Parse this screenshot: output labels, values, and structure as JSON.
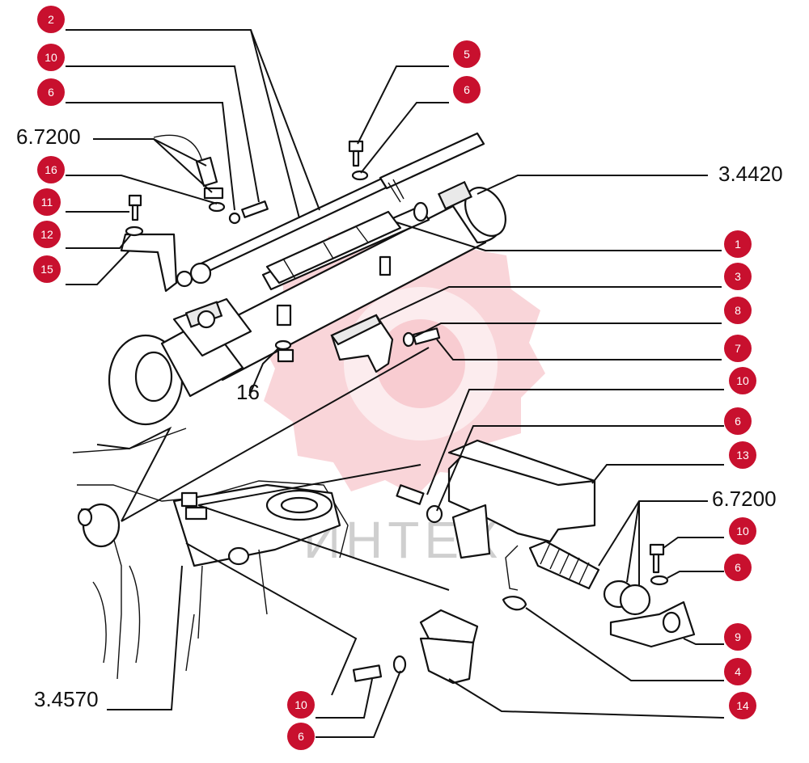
{
  "callouts": [
    {
      "label": "2"
    },
    {
      "label": "10"
    },
    {
      "label": "6"
    },
    {
      "label": "16"
    },
    {
      "label": "11"
    },
    {
      "label": "12"
    },
    {
      "label": "15"
    },
    {
      "label": "5"
    },
    {
      "label": "6"
    },
    {
      "label": "1"
    },
    {
      "label": "3"
    },
    {
      "label": "8"
    },
    {
      "label": "7"
    },
    {
      "label": "10"
    },
    {
      "label": "6"
    },
    {
      "label": "13"
    },
    {
      "label": "10"
    },
    {
      "label": "6"
    },
    {
      "label": "9"
    },
    {
      "label": "4"
    },
    {
      "label": "14"
    },
    {
      "label": "10"
    },
    {
      "label": "6"
    }
  ],
  "references": [
    {
      "label": "6.7200"
    },
    {
      "label": "3.4420"
    },
    {
      "label": "16"
    },
    {
      "label": "6.7200"
    },
    {
      "label": "3.4570"
    }
  ],
  "watermark": {
    "text": "ИНТЕХ",
    "color": "#f4b3b9"
  },
  "colors": {
    "callout": "#c8102e",
    "lines": "#111111"
  }
}
